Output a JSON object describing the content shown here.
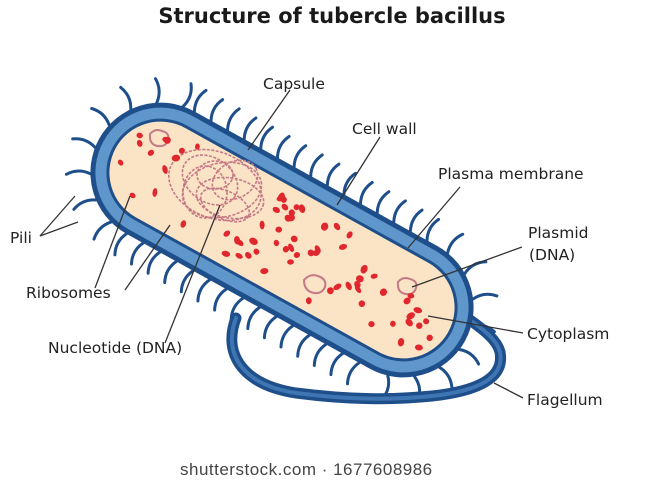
{
  "title": "Structure of  tubercle bacillus",
  "labels": {
    "capsule": "Capsule",
    "cell_wall": "Cell wall",
    "plasma_membrane": "Plasma membrane",
    "plasmid_line1": "Plasmid",
    "plasmid_line2": "(DNA)",
    "pili": "Pili",
    "ribosomes": "Ribosomes",
    "cytoplasm": "Cytoplasm",
    "nucleotide": "Nucleotide (DNA)",
    "flagellum": "Flagellum"
  },
  "watermark": "shutterstock.com · 1677608986",
  "colors": {
    "capsule_dark": "#1f4f8a",
    "capsule_light": "#5f97cc",
    "cytoplasm": "#fbe3c6",
    "ribosome": "#e0272e",
    "dna": "#c47a86",
    "leader": "#333333"
  }
}
